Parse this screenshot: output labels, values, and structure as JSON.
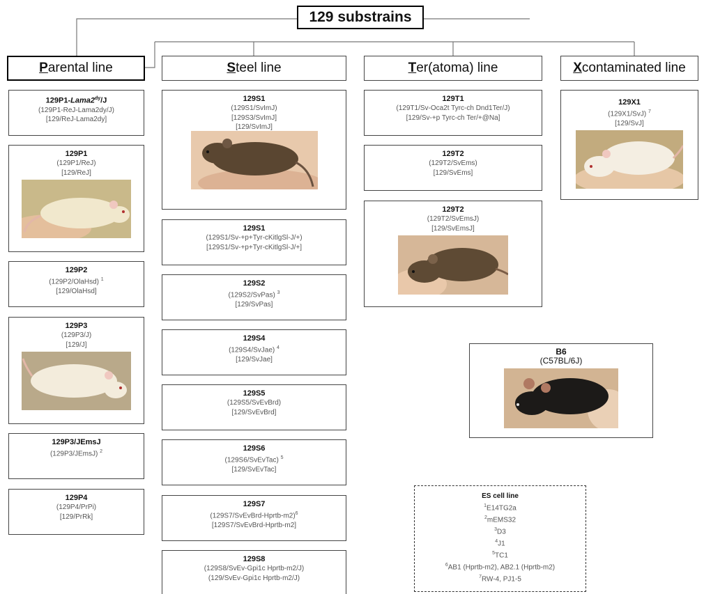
{
  "title": "129 substrains",
  "lines": [
    {
      "initial": "P",
      "rest": "arental line"
    },
    {
      "initial": "S",
      "rest": "teel line"
    },
    {
      "initial": "T",
      "rest": "er(atoma) line"
    },
    {
      "initial": "X",
      "rest": " contaminated line"
    }
  ],
  "parental": [
    {
      "name_a": "129P1-",
      "name_em": "Lama2",
      "name_sup": "dy",
      "name_b": "/J",
      "l1": "(129P1-ReJ-Lama2dy/J)",
      "l2": "[129/ReJ-Lama2dy]"
    },
    {
      "name": "129P1",
      "l1": "(129P1/ReJ)",
      "l2": "[129/ReJ]"
    },
    {
      "name": "129P2",
      "l1": "(129P2/OlaHsd)",
      "l1_sup": "1",
      "l2": "[129/OlaHsd]"
    },
    {
      "name": "129P3",
      "l1": "(129P3/J)",
      "l2": "[129/J]"
    },
    {
      "name": "129P3/JEmsJ",
      "l1": "(129P3/JEmsJ)",
      "l1_sup": "2"
    },
    {
      "name": "129P4",
      "l1": "(129P4/PrPi)",
      "l2": "[129/PrRk]"
    }
  ],
  "steel": [
    {
      "name": "129S1",
      "l1": "(129S1/SvImJ)",
      "l2": "[129S3/SvImJ]",
      "l3": "[129/SvImJ]"
    },
    {
      "name": "129S1",
      "l1": "(129S1/Sv-+p+Tyr-cKitlgSl-J/+)",
      "l2": "[129S1/Sv-+p+Tyr-cKitlgSl-J/+]"
    },
    {
      "name": "129S2",
      "l1": "(129S2/SvPas)",
      "l1_sup": "3",
      "l2": "[129/SvPas]"
    },
    {
      "name": "129S4",
      "l1": "(129S4/SvJae)",
      "l1_sup": "4",
      "l2": "[129/SvJae]"
    },
    {
      "name": "129S5",
      "l1": "(129S5/SvEvBrd)",
      "l2": "[129/SvEvBrd]"
    },
    {
      "name": "129S6",
      "l1": "(129S6/SvEvTac)",
      "l1_sup": "5",
      "l2": "[129/SvEvTac]"
    },
    {
      "name": "129S7",
      "l1": "(129S7/SvEvBrd-Hprtb-m2)",
      "l1_sup": "6",
      "l2": "[129S7/SvEvBrd-Hprtb-m2]"
    },
    {
      "name": "129S8",
      "l1": "(129S8/SvEv-Gpi1c Hprtb-m2/J)",
      "l2": "(129/SvEv-Gpi1c Hprtb-m2/J)"
    }
  ],
  "teratoma": [
    {
      "name": "129T1",
      "l1": "(129T1/Sv-Oca2t Tyrc-ch Dnd1Ter/J)",
      "l2": "[129/Sv-+p Tyrc-ch Ter/+@Na]"
    },
    {
      "name": "129T2",
      "l1": "(129T2/SvEms)",
      "l2": "[129/SvEms]"
    },
    {
      "name": "129T2",
      "l1": "(129T2/SvEmsJ)",
      "l2": "[129/SvEmsJ]"
    }
  ],
  "xcont": [
    {
      "name": "129X1",
      "l1": "(129X1/SvJ)",
      "l1_sup": "7",
      "l2": "[129/SvJ]"
    }
  ],
  "b6": {
    "name": "B6",
    "l1": "(C57BL/6J)"
  },
  "es": {
    "title": "ES cell line",
    "items": [
      {
        "sup": "1",
        "text": "E14TG2a"
      },
      {
        "sup": "2",
        "text": "mEMS32"
      },
      {
        "sup": "3",
        "text": "D3"
      },
      {
        "sup": "4",
        "text": "J1"
      },
      {
        "sup": "5",
        "text": "TC1"
      },
      {
        "sup": "6",
        "text": "AB1 (Hprtb-m2), AB2.1 (Hprtb-m2)"
      },
      {
        "sup": "7",
        "text": "RW-4, PJ1-5"
      }
    ]
  },
  "colors": {
    "albino": "#efe6cc",
    "agouti": "#5e4a34",
    "black": "#1c1a18",
    "hand": "#e9c5a6",
    "bg": "#d8c7a0"
  }
}
